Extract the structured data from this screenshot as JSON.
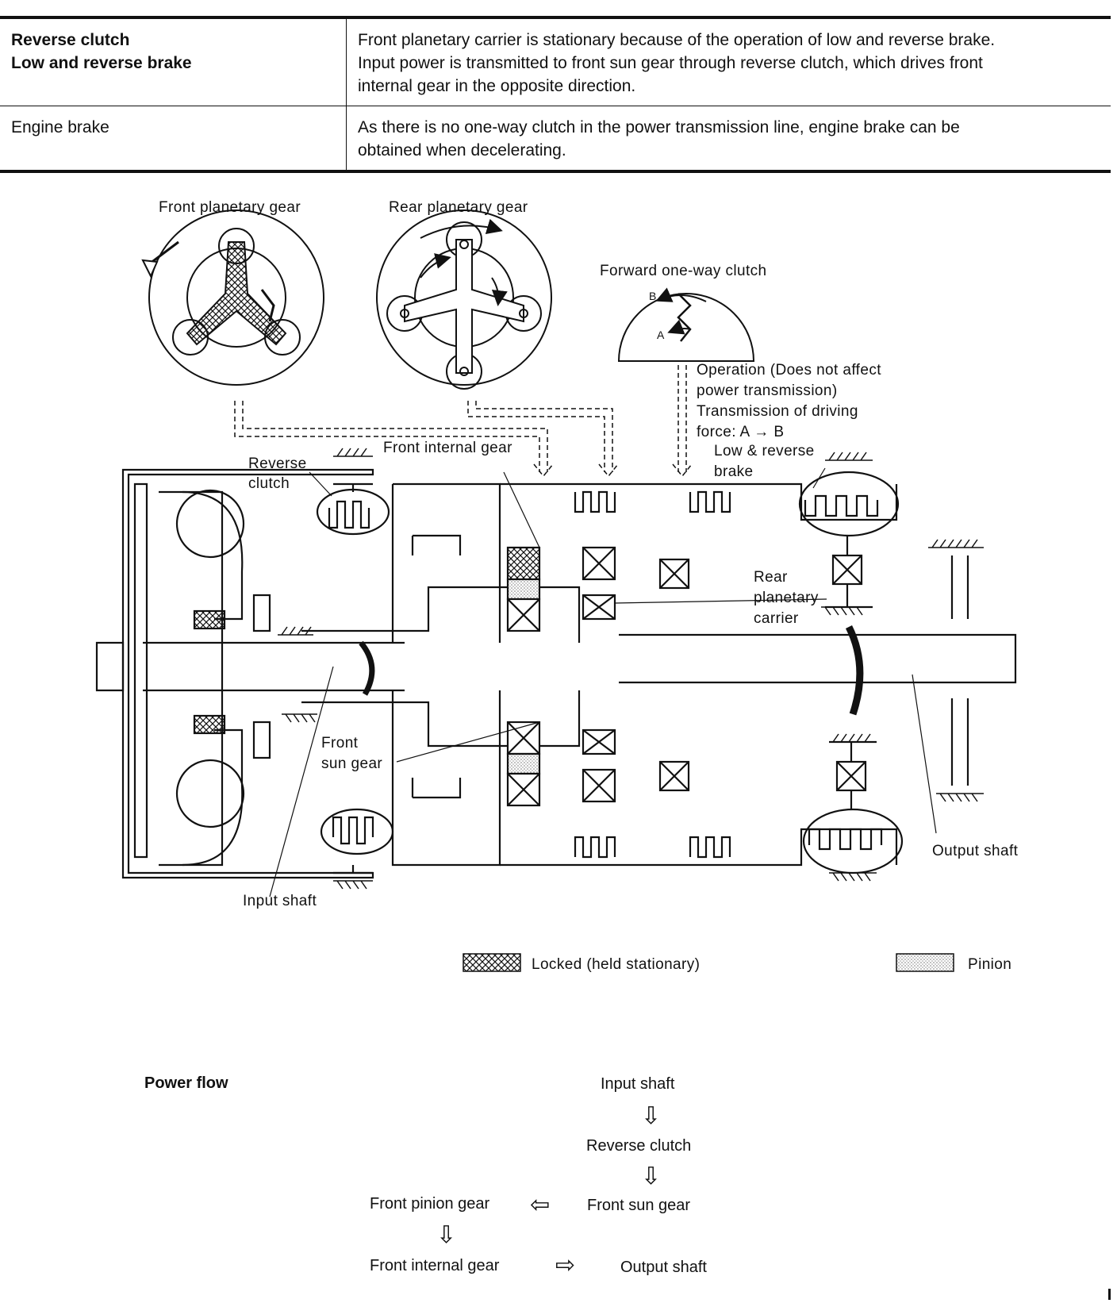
{
  "table": {
    "rows": [
      {
        "left_lines": [
          "Reverse clutch",
          "Low and reverse brake"
        ],
        "left_bold": true,
        "right_lines": [
          "Front planetary carrier is stationary because of the operation of low and reverse brake.",
          "Input power is transmitted to front sun gear through reverse clutch, which drives front",
          "internal gear in the opposite direction."
        ]
      },
      {
        "left_lines": [
          "Engine brake"
        ],
        "left_bold": false,
        "right_lines": [
          "As there is no one-way clutch in the power transmission line, engine brake can be",
          "obtained when decelerating."
        ]
      }
    ]
  },
  "diagram": {
    "labels": {
      "front_planetary_gear": "Front planetary gear",
      "rear_planetary_gear": "Rear planetary gear",
      "forward_one_way_clutch": "Forward one-way clutch",
      "point_b": "B",
      "point_a": "A",
      "operation_line1": "Operation (Does not affect",
      "operation_line2": "power transmission)",
      "operation_line3": "Transmission of driving",
      "operation_line4": "force: A → B",
      "reverse": "Reverse",
      "clutch": "clutch",
      "front_internal_gear": "Front internal gear",
      "low_reverse": "Low & reverse",
      "brake": "brake",
      "rear": "Rear",
      "planetary": "planetary",
      "carrier": "carrier",
      "front": "Front",
      "sun_gear": "sun gear",
      "input_shaft": "Input shaft",
      "output_shaft": "Output shaft"
    },
    "legend": {
      "locked": "Locked (held stationary)",
      "pinion": "Pinion"
    }
  },
  "power_flow": {
    "title": "Power flow",
    "input_shaft": "Input shaft",
    "reverse_clutch": "Reverse clutch",
    "front_sun_gear": "Front sun gear",
    "front_pinion_gear": "Front pinion gear",
    "front_internal_gear": "Front internal gear",
    "output_shaft": "Output shaft"
  }
}
